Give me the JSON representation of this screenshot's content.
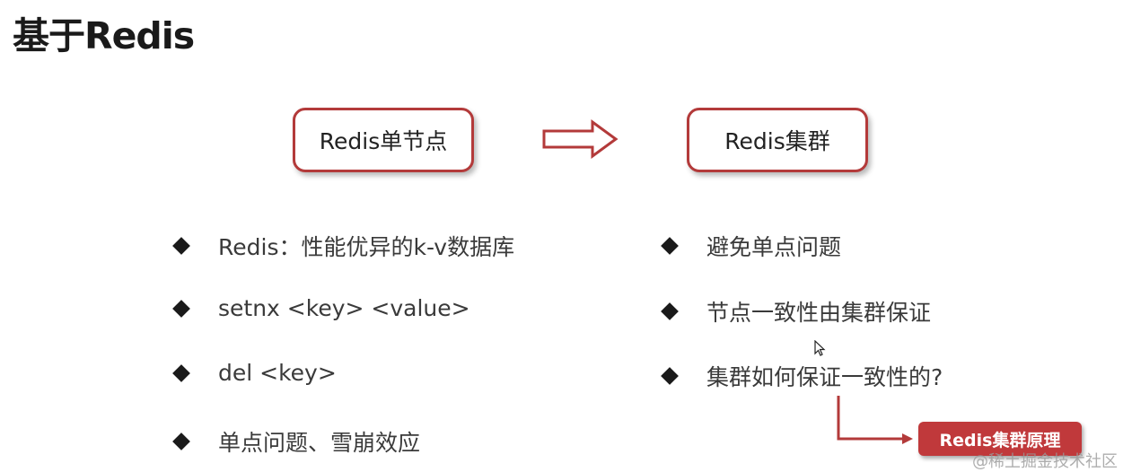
{
  "title": "基于Redis",
  "left_box": "Redis单节点",
  "right_box": "Redis集群",
  "left_bullets": [
    "Redis：性能优异的k-v数据库",
    "setnx <key> <value>",
    "del <key>",
    "单点问题、雪崩效应"
  ],
  "right_bullets": [
    "避免单点问题",
    "节点一致性由集群保证",
    "集群如何保证一致性的?"
  ],
  "button": "Redis集群原理",
  "watermark": "@稀土掘金技术社区",
  "colors": {
    "accent": "#b33a3a",
    "button": "#c0393b"
  }
}
